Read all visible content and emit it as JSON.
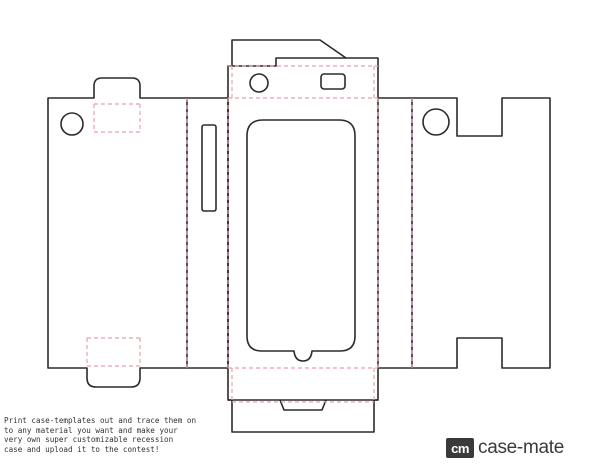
{
  "colors": {
    "cut_line": "#2b2b2b",
    "fold_line": "#e8a0a6",
    "text": "#333333",
    "brand": "#3a3a3a"
  },
  "instructions": {
    "text": "Print case-templates out and trace them on\nto any material you want and make your\nvery own super customizable recession\ncase and upload it to the contest!"
  },
  "brand": {
    "mark": "cm",
    "name": "case-mate"
  }
}
